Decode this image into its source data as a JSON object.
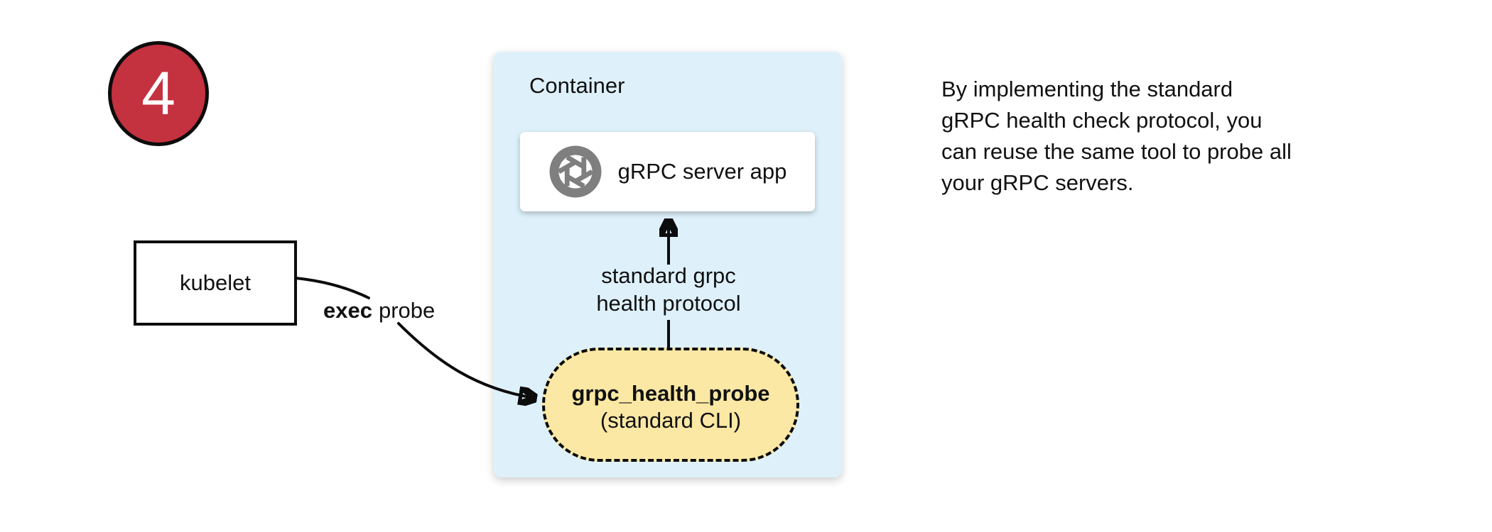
{
  "step_badge": {
    "number": "4"
  },
  "kubelet": {
    "label": "kubelet"
  },
  "exec_probe": {
    "bold": "exec",
    "rest": "probe"
  },
  "container": {
    "title": "Container",
    "server_app": {
      "label": "gRPC server app",
      "icon": "aperture-icon"
    },
    "health_arrow_label": {
      "line1": "standard grpc",
      "line2": "health protocol"
    },
    "probe_tool": {
      "name": "grpc_health_probe",
      "subtitle": "(standard CLI)"
    }
  },
  "note": {
    "lines": [
      "By implementing the standard",
      "gRPC health check protocol, you",
      "can reuse the same tool to probe all",
      "your gRPC servers."
    ]
  },
  "colors": {
    "badge-red": "#C4313F",
    "container-blue": "#DEF1FB",
    "probe-yellow": "#FBE8A4",
    "icon-gray": "#7F7F7F"
  }
}
